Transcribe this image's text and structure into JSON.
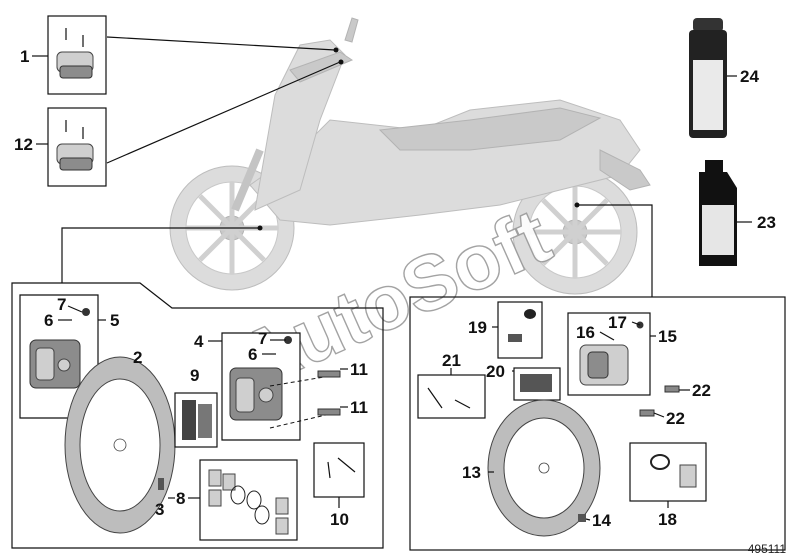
{
  "diagram": {
    "reference_number": "495111",
    "watermark": "AutoSoft",
    "callouts": [
      {
        "id": "c1",
        "label": "1"
      },
      {
        "id": "c12",
        "label": "12"
      },
      {
        "id": "c24",
        "label": "24"
      },
      {
        "id": "c23",
        "label": "23"
      },
      {
        "id": "c7a",
        "label": "7"
      },
      {
        "id": "c6a",
        "label": "6"
      },
      {
        "id": "c5",
        "label": "5"
      },
      {
        "id": "c2",
        "label": "2"
      },
      {
        "id": "c4",
        "label": "4"
      },
      {
        "id": "c7b",
        "label": "7"
      },
      {
        "id": "c6b",
        "label": "6"
      },
      {
        "id": "c11a",
        "label": "11"
      },
      {
        "id": "c11b",
        "label": "11"
      },
      {
        "id": "c9",
        "label": "9"
      },
      {
        "id": "c3",
        "label": "3"
      },
      {
        "id": "c8",
        "label": "8"
      },
      {
        "id": "c10",
        "label": "10"
      },
      {
        "id": "c19",
        "label": "19"
      },
      {
        "id": "c21",
        "label": "21"
      },
      {
        "id": "c20",
        "label": "20"
      },
      {
        "id": "c16",
        "label": "16"
      },
      {
        "id": "c17",
        "label": "17"
      },
      {
        "id": "c15",
        "label": "15"
      },
      {
        "id": "c22a",
        "label": "22"
      },
      {
        "id": "c22b",
        "label": "22"
      },
      {
        "id": "c13",
        "label": "13"
      },
      {
        "id": "c14",
        "label": "14"
      },
      {
        "id": "c18",
        "label": "18"
      }
    ]
  }
}
